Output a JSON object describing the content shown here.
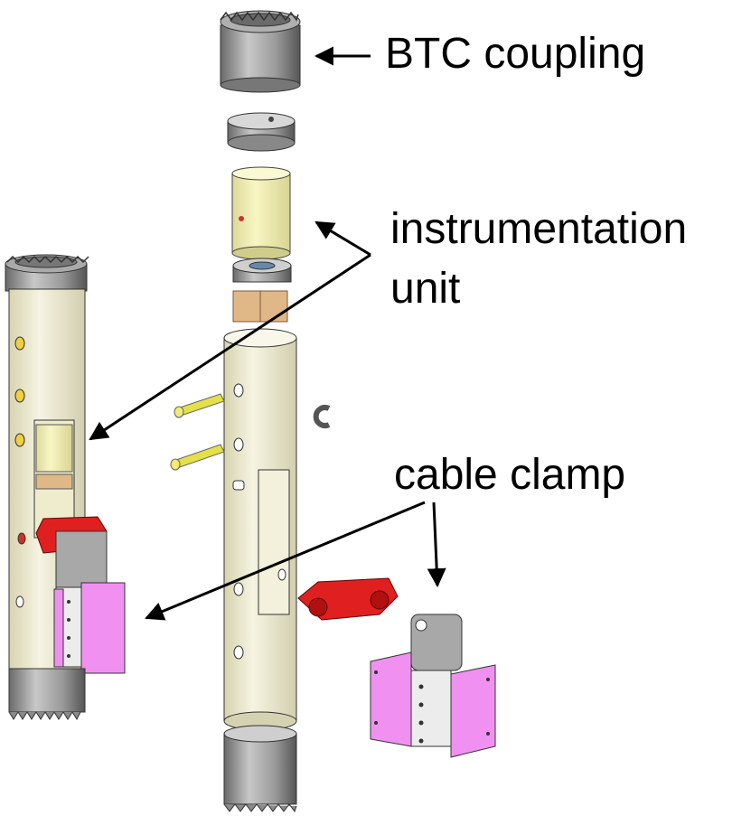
{
  "labels": {
    "coupling": "BTC coupling",
    "instrumentation_line1": "instrumentation",
    "instrumentation_line2": "unit",
    "clamp": "cable clamp"
  },
  "colors": {
    "tube": "#f2f0d8",
    "tube_dark": "#d9d6b8",
    "metal": "#9a9a9a",
    "metal_dark": "#5e5e5e",
    "instrument": "#f4f1b4",
    "pin": "#e4e048",
    "clamp_red": "#e02020",
    "clamp_gray": "#a8a8a8",
    "plate_pink": "#f090f0",
    "block_tan": "#e0b888",
    "hole_red": "#cc3322",
    "hole_yellow": "#f0d040"
  }
}
